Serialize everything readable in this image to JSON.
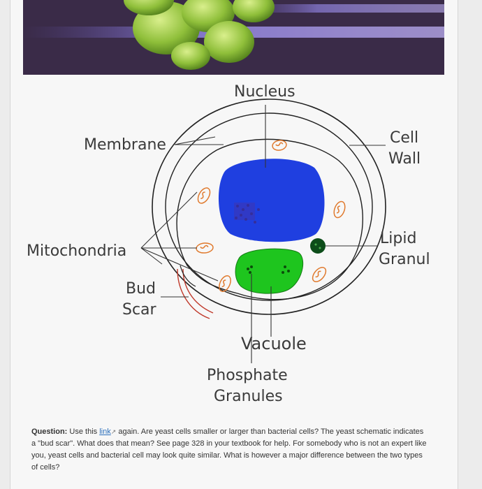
{
  "diagram": {
    "labels": {
      "nucleus": "Nucleus",
      "membrane": "Membrane",
      "cell_wall_1": "Cell",
      "cell_wall_2": "Wall",
      "lipid_1": "Lipid",
      "lipid_2": "Granul",
      "mitochondria": "Mitochondria",
      "bud_1": "Bud",
      "bud_2": "Scar",
      "vacuole": "Vacuole",
      "phosphate_1": "Phosphate",
      "phosphate_2": "Granules"
    }
  },
  "question": {
    "label": "Question:",
    "text_before_link": "Use this",
    "link_text": "link",
    "link_icon": "external-link-icon",
    "text_after_link": "again. Are yeast cells smaller or larger than bacterial cells? The yeast schematic indicates a \"bud scar\". What does that mean? See page 328 in your textbook for help. For somebody who is not an expert like you, yeast cells and bacterial cell may look quite similar. What is however a major difference between the two types of cells?"
  }
}
